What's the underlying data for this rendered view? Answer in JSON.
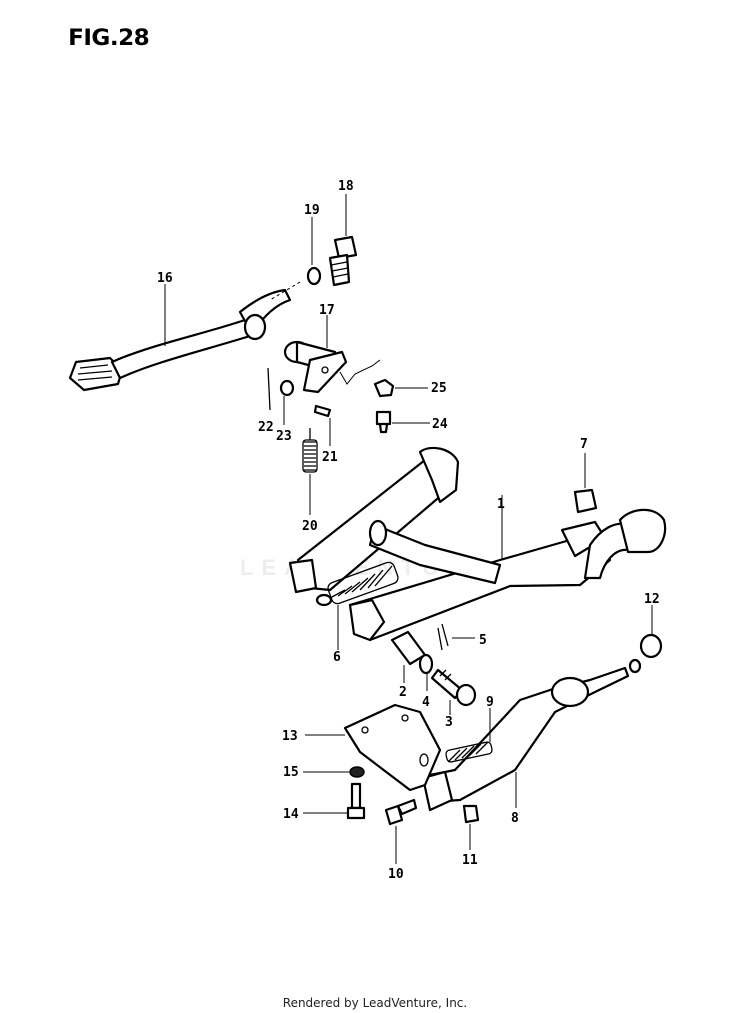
{
  "figure": {
    "title": "FIG.28",
    "footer": "Rendered by LeadVenture, Inc.",
    "watermark": "LEADVENTURE"
  },
  "callouts": [
    "1",
    "2",
    "3",
    "4",
    "5",
    "6",
    "7",
    "8",
    "9",
    "10",
    "11",
    "12",
    "13",
    "14",
    "15",
    "16",
    "17",
    "18",
    "19",
    "20",
    "21",
    "22",
    "23",
    "24",
    "25"
  ]
}
